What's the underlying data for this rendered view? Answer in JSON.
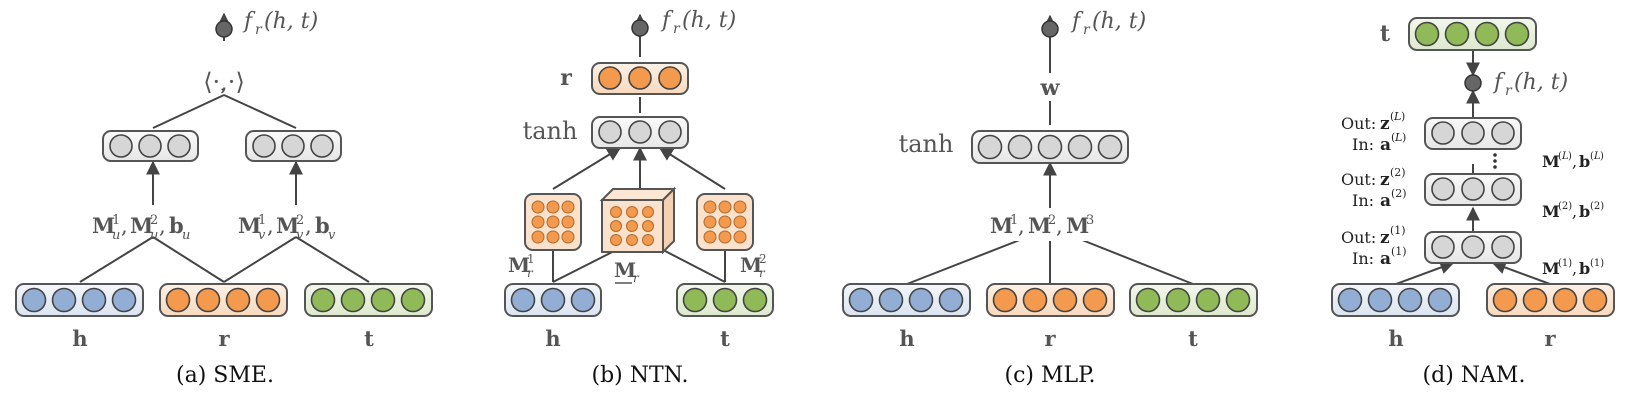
{
  "colors": {
    "blue": "#93aed5",
    "orange": "#f39a4f",
    "green": "#8fba57",
    "gray_node": "#d6d6d6",
    "output_node": "#666666",
    "line": "#444444",
    "text": "#555555"
  },
  "panel_a": {
    "caption": "(a) SME.",
    "output": "f_r(h,t)",
    "op": "⟨·,·⟩",
    "left_params": "M_u^1, M_u^2, b_u",
    "right_params": "M_v^1, M_v^2, b_v",
    "inputs": [
      "h",
      "r",
      "t"
    ]
  },
  "panel_b": {
    "caption": "(b) NTN.",
    "output": "f_r(h,t)",
    "r_label": "r",
    "tanh_label": "tanh",
    "m1_label": "M_r^1",
    "tensor_label": "M_r",
    "m2_label": "M_r^2",
    "inputs": [
      "h",
      "t"
    ]
  },
  "panel_c": {
    "caption": "(c) MLP.",
    "output": "f_r(h,t)",
    "w_label": "w",
    "tanh_label": "tanh",
    "params": "M^1, M^2, M^3",
    "inputs": [
      "h",
      "r",
      "t"
    ]
  },
  "panel_d": {
    "caption": "(d) NAM.",
    "t_label": "t",
    "output": "f_r(h,t)",
    "layers": [
      {
        "out": "Out: z^(L)",
        "in": "In: a^(L)",
        "params": "M^(L), b^(L)"
      },
      {
        "out": "Out: z^(2)",
        "in": "In: a^(2)",
        "params": "M^(2), b^(2)"
      },
      {
        "out": "Out: z^(1)",
        "in": "In: a^(1)",
        "params": "M^(1), b^(1)"
      }
    ],
    "inputs": [
      "h",
      "r"
    ]
  }
}
